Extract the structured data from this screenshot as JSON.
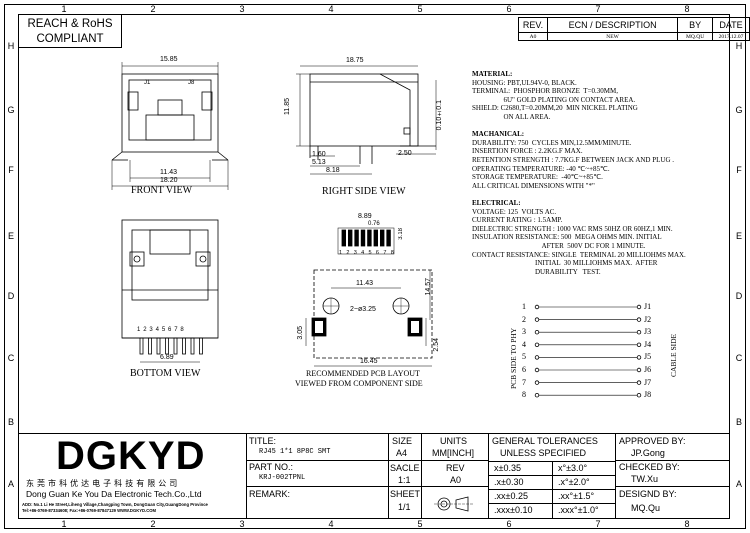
{
  "compliance": {
    "line1": "REACH & RoHS",
    "line2": "COMPLIANT"
  },
  "zones": {
    "columns": [
      "1",
      "2",
      "3",
      "4",
      "5",
      "6",
      "7",
      "8"
    ],
    "rows": [
      "H",
      "G",
      "F",
      "E",
      "D",
      "C",
      "B",
      "A"
    ]
  },
  "revision": {
    "headers": [
      "REV.",
      "ECN / DESCRIPTION",
      "BY",
      "DATE"
    ],
    "row": [
      "A0",
      "NEW",
      "MQ.QU",
      "2017.12.07"
    ]
  },
  "views": {
    "front": "FRONT VIEW",
    "right_side": "RIGHT SIDE VIEW",
    "bottom": "BOTTOM VIEW",
    "pcb_layout_1": "RECOMMENDED PCB LAYOUT",
    "pcb_layout_2": "VIEWED FROM COMPONENT SIDE"
  },
  "dims": {
    "front_width": "15.85",
    "front_j1": "J1",
    "front_j8": "J8",
    "front_inner": "11.43",
    "front_outer": "18.20",
    "side_length": "18.75",
    "side_height": "11.85",
    "side_tail": "0.10±0.1",
    "side_a": "1.60",
    "side_b": "5.13",
    "side_c": "8.18",
    "side_d": "2.50",
    "bottom_pins": "1 2 3 4 5 6 7 8",
    "bottom_pitch": "6.89",
    "pcb_889": "8.89",
    "pcb_076": "0.76",
    "pcb_318": "3.18",
    "pcb_pin_nums": "1 2 3 4 5 6 7 8",
    "pcb_1143": "11.43",
    "pcb_hole": "2−ø3.25",
    "pcb_1457": "14.57",
    "pcb_305": "3.05",
    "pcb_254": "2.54",
    "pcb_1645": "16.45"
  },
  "spec_lines": [
    {
      "bold": true,
      "text": "MATERIAL:"
    },
    {
      "bold": false,
      "text": "HOUSING: PBT,UL94V-0, BLACK."
    },
    {
      "bold": false,
      "text": "TERMINAL:  PHOSPHOR BRONZE  T=0.30MM,"
    },
    {
      "bold": false,
      "text": "                  6U\" GOLD PLATING ON CONTACT AREA."
    },
    {
      "bold": false,
      "text": "SHIELD: C2680,T=0.20MM,20  MIN NICKEL PLATING"
    },
    {
      "bold": false,
      "text": "                  ON ALL AREA."
    },
    {
      "bold": false,
      "text": ""
    },
    {
      "bold": true,
      "text": "MACHANICAL:"
    },
    {
      "bold": false,
      "text": "DURABILITY: 750  CYCLES MIN,12.5MM/MINUTE."
    },
    {
      "bold": false,
      "text": "INSERTION FORCE : 2.2KG.F MAX."
    },
    {
      "bold": false,
      "text": "RETENTION STRENGTH : 7.7KG.F BETWEEN JACK AND PLUG ."
    },
    {
      "bold": false,
      "text": "OPERATING TEMPERATURE: -40 ℃~+85℃."
    },
    {
      "bold": false,
      "text": "STORAGE TEMPERATURE:  -40℃~+85℃."
    },
    {
      "bold": false,
      "text": "ALL CRITICAL DIMENSIONS WITH \"*\""
    },
    {
      "bold": false,
      "text": ""
    },
    {
      "bold": true,
      "text": "ELECTRICAL:"
    },
    {
      "bold": false,
      "text": "VOLTAGE: 125  VOLTS AC."
    },
    {
      "bold": false,
      "text": "CURRENT RATING : 1.5AMP."
    },
    {
      "bold": false,
      "text": "DIELECTRIC STRENGTH : 1000 VAC RMS 50HZ OR 60HZ,1 MIN."
    },
    {
      "bold": false,
      "text": "INSULATION RESISTANCE: 500  MEGA OHMS MIN. INITIAL"
    },
    {
      "bold": false,
      "text": "                                        AFTER  500V DC FOR 1 MINUTE."
    },
    {
      "bold": false,
      "text": "CONTACT RESISTANCE: SINGLE  TERMINAL 20 MILLIOHMS MAX."
    },
    {
      "bold": false,
      "text": "                                    INITIAL  30 MILLIOHMS MAX.  AFTER"
    },
    {
      "bold": false,
      "text": "                                    DURABILITY   TEST."
    }
  ],
  "schematic": {
    "pins_left": [
      "1",
      "2",
      "3",
      "4",
      "5",
      "6",
      "7",
      "8"
    ],
    "pins_right": [
      "J1",
      "J2",
      "J3",
      "J4",
      "J5",
      "J6",
      "J7",
      "J8"
    ],
    "left_label": "PCB SIDE TO PHY",
    "right_label": "CABLE SIDE"
  },
  "title_block": {
    "company_logo": "DGKYD",
    "company_cn": "东 莞 市 科 优 达 电 子 科 技 有 限 公 司",
    "company_en": "Dong Guan Ke You Da Electronic Tech.Co.,Ltd",
    "address": "ADD: No.1 Li He Street,Liheng Village,Changping Town, DongGuan City,GuangDong Province",
    "contact": "Tel:+86-0769-87334608; Fax:+86-0769-87847129   WWW.DGKYD.COM",
    "title_label": "TITLE:",
    "title_value": "RJ45 1*1 8P8C SMT",
    "part_label": "PART NO.:",
    "part_value": "KRJ-002TPNL",
    "remark_label": "REMARK:",
    "size_label": "SIZE",
    "size_value": "A4",
    "units_label": "UNITS",
    "units_value": "MM[INCH]",
    "scale_label": "SACLE",
    "scale_value": "1:1",
    "rev_label": "REV",
    "rev_value": "A0",
    "sheet_label": "SHEET",
    "sheet_value": "1/1",
    "tol_title_1": "GENERAL TOLERANCES",
    "tol_title_2": "UNLESS SPECIFIED",
    "tolerances": [
      [
        "x±0.35",
        "x°±3.0°"
      ],
      [
        ".x±0.30",
        ".x°±2.0°"
      ],
      [
        ".xx±0.25",
        ".xx°±1.5°"
      ],
      [
        ".xxx±0.10",
        ".xxx°±1.0°"
      ]
    ],
    "approved_label": "APPROVED BY:",
    "approved_value": "JP.Gong",
    "checked_label": "CHECKED BY:",
    "checked_value": "TW.Xu",
    "designed_label": "DESIGND BY:",
    "designed_value": "MQ.Qu"
  }
}
